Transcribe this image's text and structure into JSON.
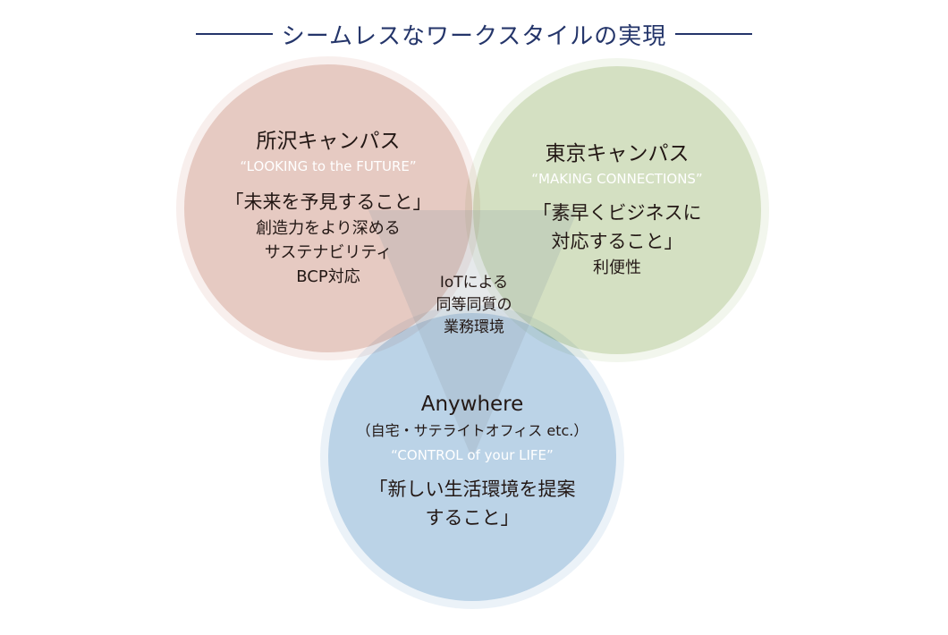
{
  "title": "シームレスなワークスタイルの実現",
  "colors": {
    "title": "#24356a",
    "tokorozawa_fill": "#e5c7bf",
    "tokyo_fill": "#d2dfbf",
    "anywhere_fill": "#b8d1e6",
    "triangle_fill": "#8c9aa6",
    "english_text": "#ffffff"
  },
  "circles": {
    "tokorozawa": {
      "name": "所沢キャンパス",
      "english": "“LOOKING to the FUTURE”",
      "lines": [
        "「未来を予見すること」",
        "創造力をより深める",
        "サステナビリティ",
        "BCP対応"
      ]
    },
    "tokyo": {
      "name": "東京キャンパス",
      "english": "“MAKING CONNECTIONS”",
      "lines": [
        "「素早くビジネスに",
        "対応すること」",
        "利便性"
      ]
    },
    "anywhere": {
      "name": "Anywhere",
      "note": "（自宅・サテライトオフィス etc.）",
      "english": "“CONTROL of your LIFE”",
      "lines": [
        "「新しい生活環境を提案",
        "すること」"
      ]
    }
  },
  "center": {
    "lines": [
      "IoTによる",
      "同等同質の",
      "業務環境"
    ]
  }
}
